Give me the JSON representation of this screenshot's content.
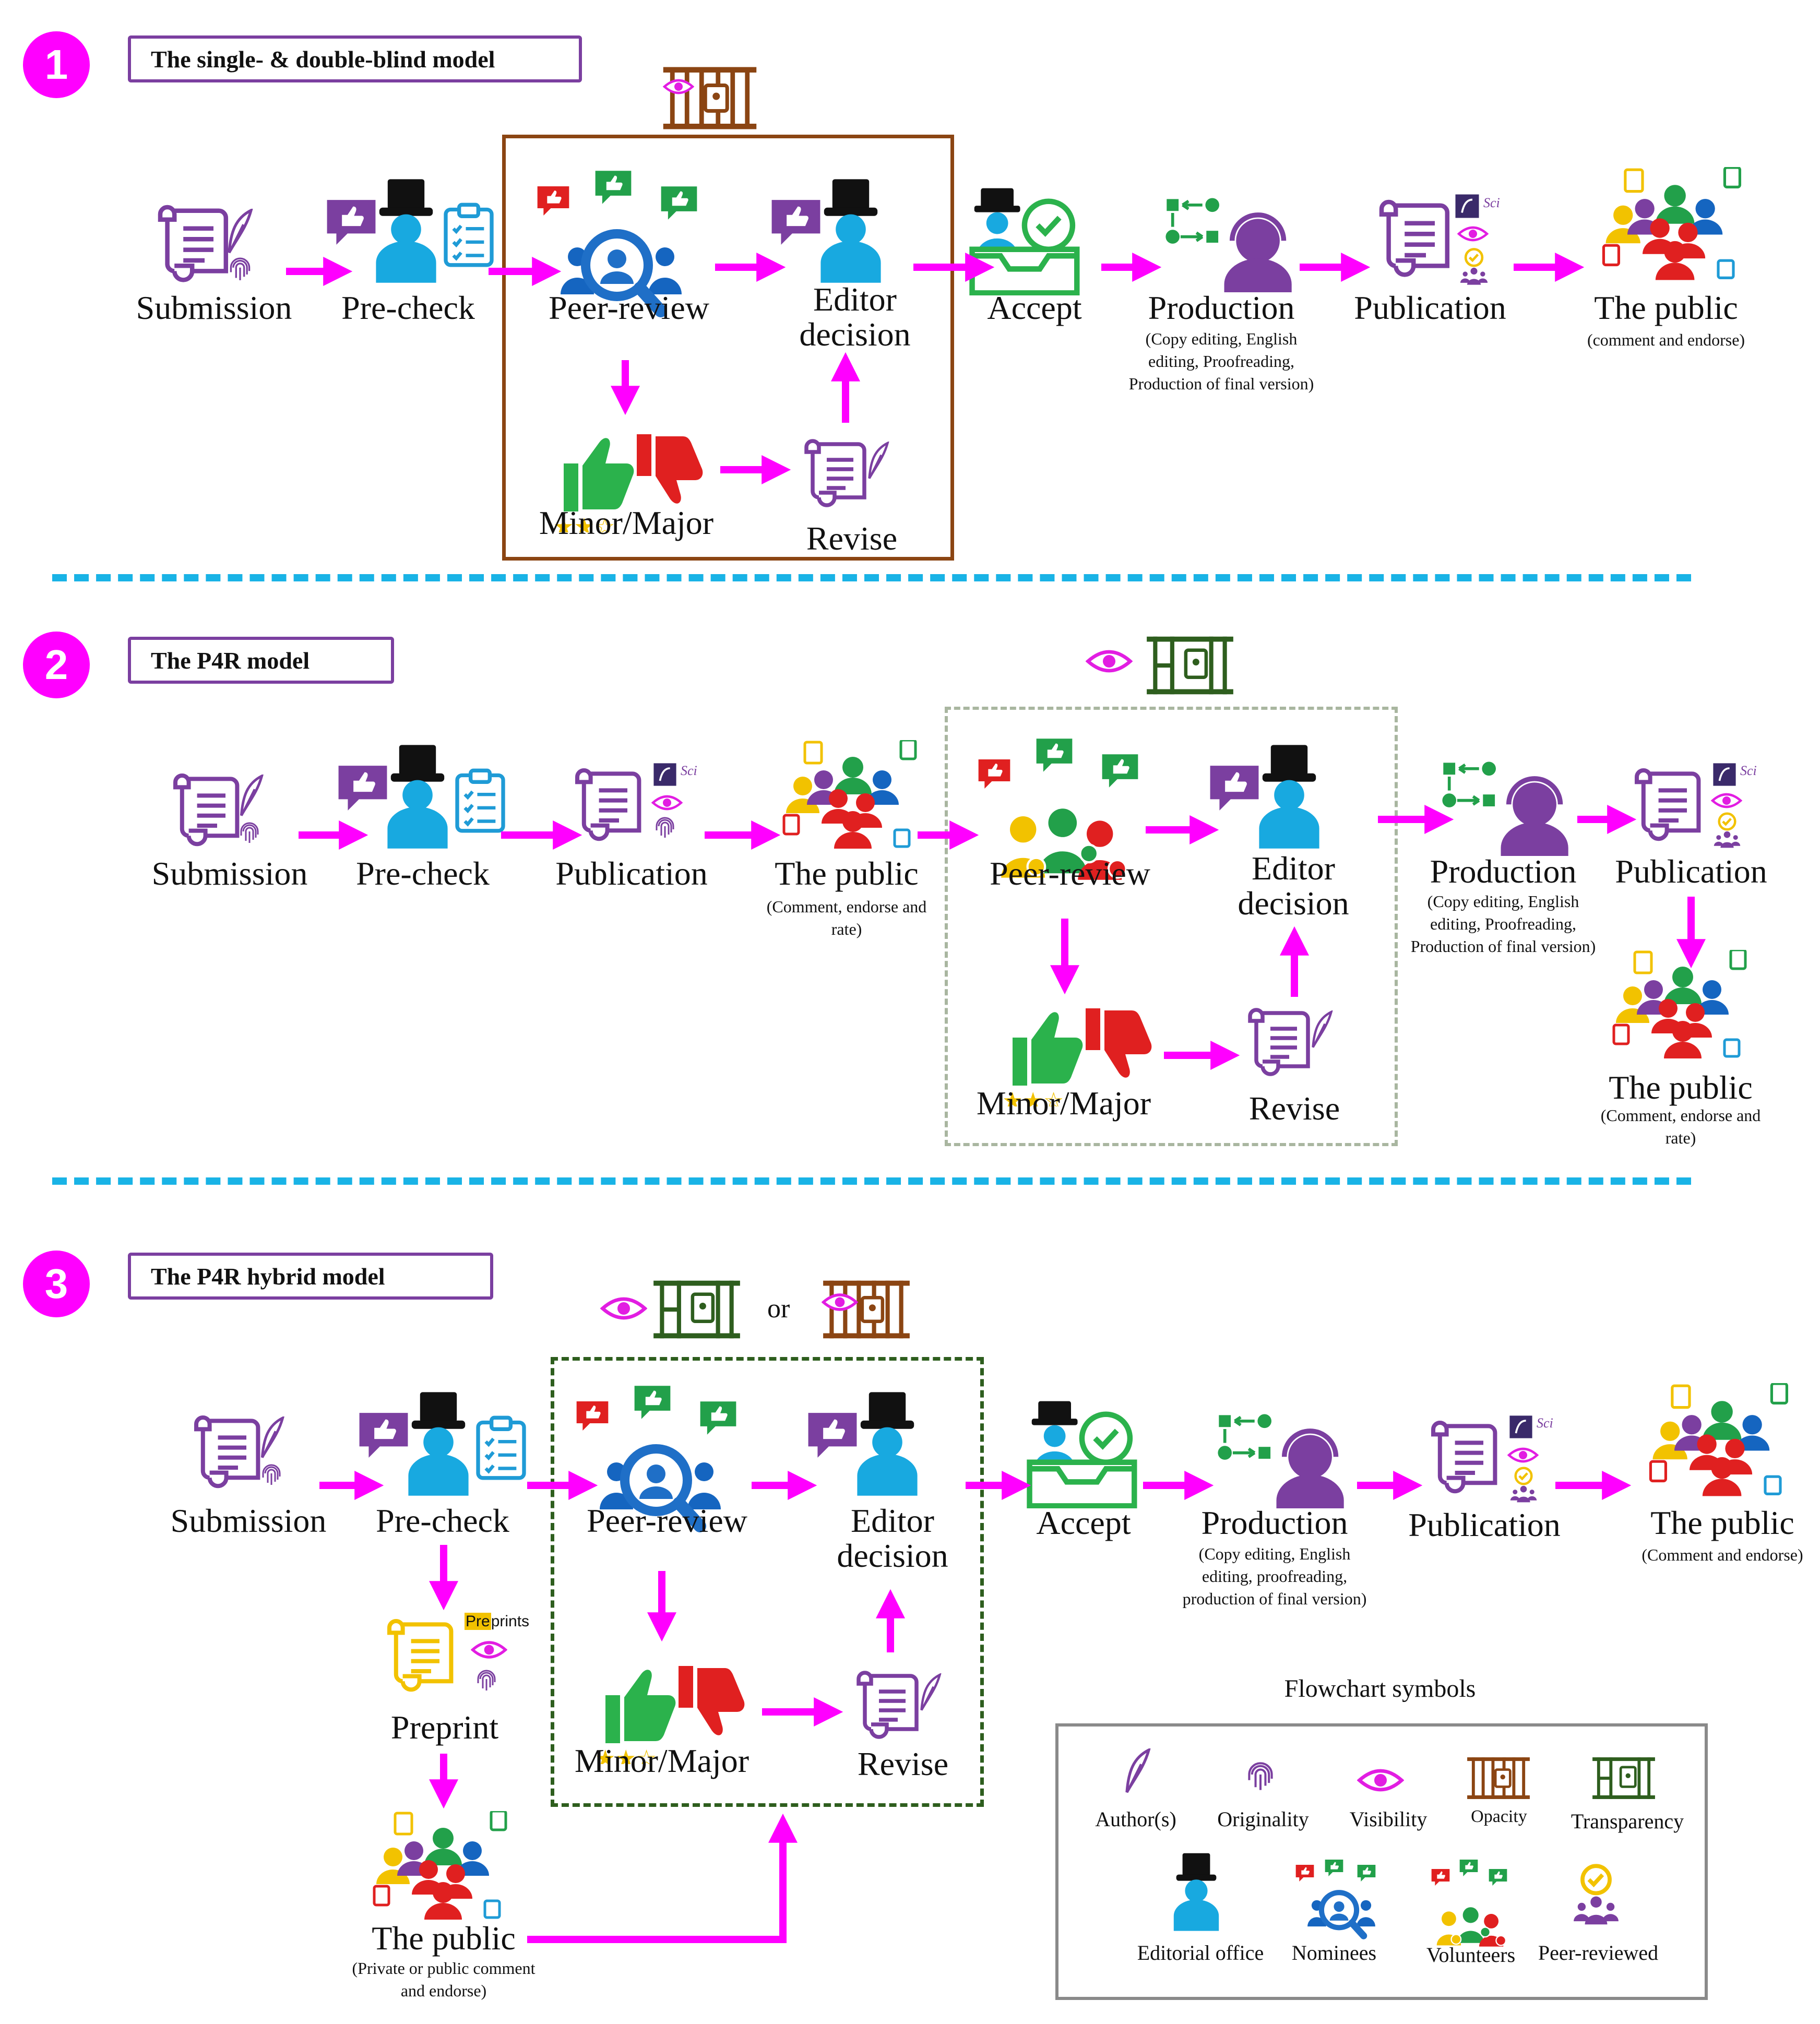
{
  "colors": {
    "arrow": "#ff00ff",
    "badge": "#ff00ff",
    "separator": "#19b3e6",
    "purple": "#7b3fa0",
    "blue": "#1f9bd6",
    "opacity_brown": "#8b4513",
    "transparency_green": "#2e5e1e"
  },
  "sections": [
    {
      "number": "1",
      "title": "The single- & double-blind model",
      "nodes": {
        "submission": "Submission",
        "precheck": "Pre-check",
        "peer_review": "Peer-review",
        "editor_decision": "Editor decision",
        "minor_major": "Minor/Major",
        "revise": "Revise",
        "accept": "Accept",
        "production": "Production",
        "production_sub": "(Copy editing, English editing, Proofreading, Production of final version)",
        "publication": "Publication",
        "public": "The public",
        "public_sub": "(comment and endorse)"
      }
    },
    {
      "number": "2",
      "title": "The P4R model",
      "nodes": {
        "submission": "Submission",
        "precheck": "Pre-check",
        "publication1": "Publication",
        "public1": "The public",
        "public1_sub": "(Comment, endorse and rate)",
        "peer_review": "Peer-review",
        "editor_decision": "Editor decision",
        "minor_major": "Minor/Major",
        "revise": "Revise",
        "production": "Production",
        "production_sub": "(Copy editing, English editing, Proofreading, Production of final version)",
        "publication2": "Publication",
        "public2": "The public",
        "public2_sub": "(Comment, endorse and rate)"
      }
    },
    {
      "number": "3",
      "title": "The P4R hybrid model",
      "or_text": "or",
      "nodes": {
        "submission": "Submission",
        "precheck": "Pre-check",
        "preprint": "Preprint",
        "preprints_badge_a": "Pre",
        "preprints_badge_b": "prints",
        "public_private": "The public",
        "public_private_sub": "(Private or public comment and endorse)",
        "peer_review": "Peer-review",
        "editor_decision": "Editor decision",
        "minor_major": "Minor/Major",
        "revise": "Revise",
        "accept": "Accept",
        "production": "Production",
        "production_sub": "(Copy editing, English editing, proofreading, production of final version)",
        "publication": "Publication",
        "public": "The public",
        "public_sub": "(Comment and endorse)"
      }
    }
  ],
  "sci_badge": "Sci",
  "legend": {
    "title": "Flowchart symbols",
    "row1": [
      "Author(s)",
      "Originality",
      "Visibility",
      "Opacity",
      "Transparency"
    ],
    "row2": [
      "Editorial office",
      "Nominees",
      "Volunteers",
      "Peer-reviewed"
    ]
  }
}
